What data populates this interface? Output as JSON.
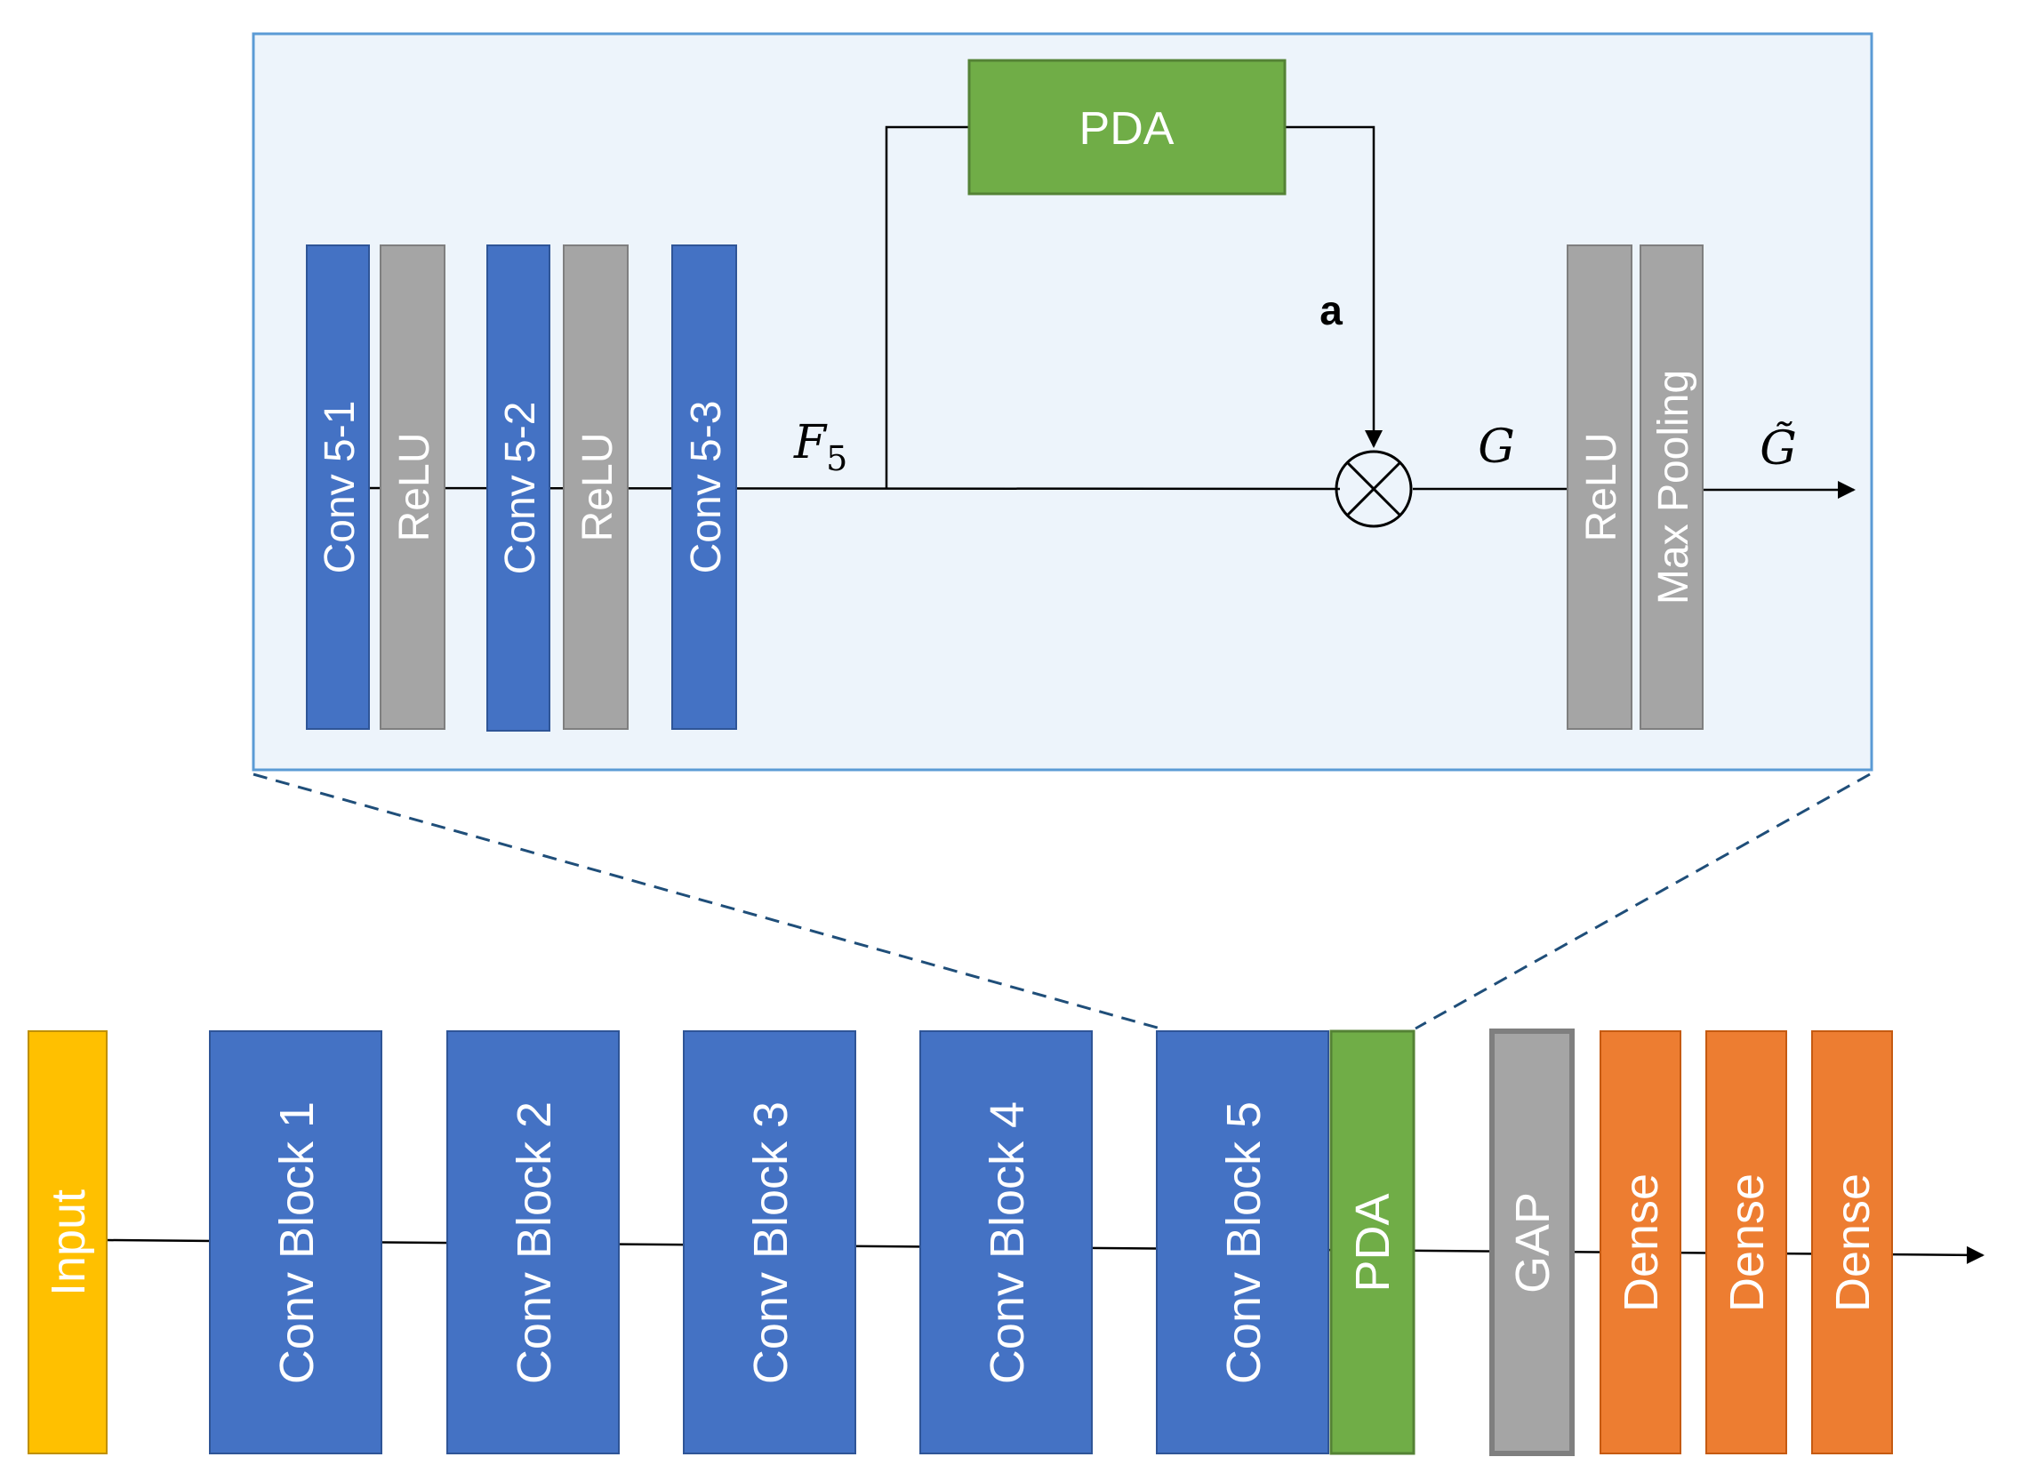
{
  "colors": {
    "conv": "#4472C4",
    "relu": "#A5A5A5",
    "pda": "#70AD47",
    "input": "#FFC000",
    "dense": "#ED7D31",
    "inset_bg": "#EDF4FB",
    "inset_border": "#5B9BD5",
    "line": "#000000",
    "dashed": "#1F4E79"
  },
  "inset": {
    "pda_label": "PDA",
    "blocks": [
      "Conv 5-1",
      "ReLU",
      "Conv 5-2",
      "ReLU",
      "Conv 5-3"
    ],
    "post_blocks": [
      "ReLU",
      "Max Pooling"
    ],
    "symbols": {
      "f_main": "F",
      "f_sub": "5",
      "g": "G",
      "g_tilde": "G̃",
      "a": "a"
    }
  },
  "pipeline": {
    "blocks": [
      "Input",
      "Conv Block 1",
      "Conv Block 2",
      "Conv Block 3",
      "Conv Block 4",
      "Conv Block 5",
      "PDA",
      "GAP",
      "Dense",
      "Dense",
      "Dense"
    ]
  }
}
